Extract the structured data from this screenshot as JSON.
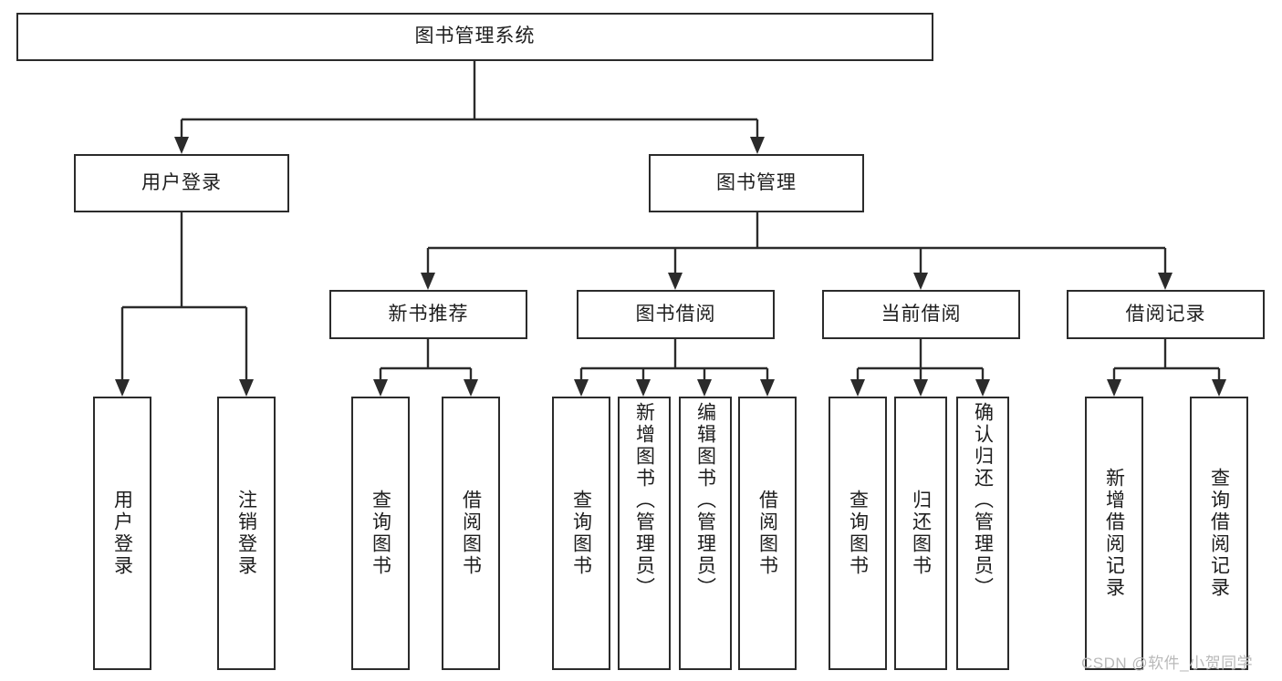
{
  "diagram": {
    "title": "图书管理系统",
    "type": "function-tree",
    "style": {
      "background": "#ffffff",
      "line_color": "#2b2b2b",
      "text_color": "#1d1d1d",
      "box_fill": "#ffffff"
    },
    "root": {
      "label": "图书管理系统"
    },
    "level2": [
      {
        "label": "用户登录"
      },
      {
        "label": "图书管理"
      }
    ],
    "level3": [
      {
        "label": "新书推荐"
      },
      {
        "label": "图书借阅"
      },
      {
        "label": "当前借阅"
      },
      {
        "label": "借阅记录"
      }
    ],
    "leaves": {
      "user_login": [
        {
          "label": "用户登录"
        },
        {
          "label": "注销登录"
        }
      ],
      "new_book_recommend": [
        {
          "label": "查询图书"
        },
        {
          "label": "借阅图书"
        }
      ],
      "book_borrow": [
        {
          "label": "查询图书"
        },
        {
          "label": "新增图书（管理员）"
        },
        {
          "label": "编辑图书（管理员）"
        },
        {
          "label": "借阅图书"
        }
      ],
      "current_borrow": [
        {
          "label": "查询图书"
        },
        {
          "label": "归还图书"
        },
        {
          "label": "确认归还（管理员）"
        }
      ],
      "borrow_record": [
        {
          "label": "新增借阅记录"
        },
        {
          "label": "查询借阅记录"
        }
      ]
    }
  },
  "watermark": {
    "text": "CSDN @软件_小贺同学"
  }
}
